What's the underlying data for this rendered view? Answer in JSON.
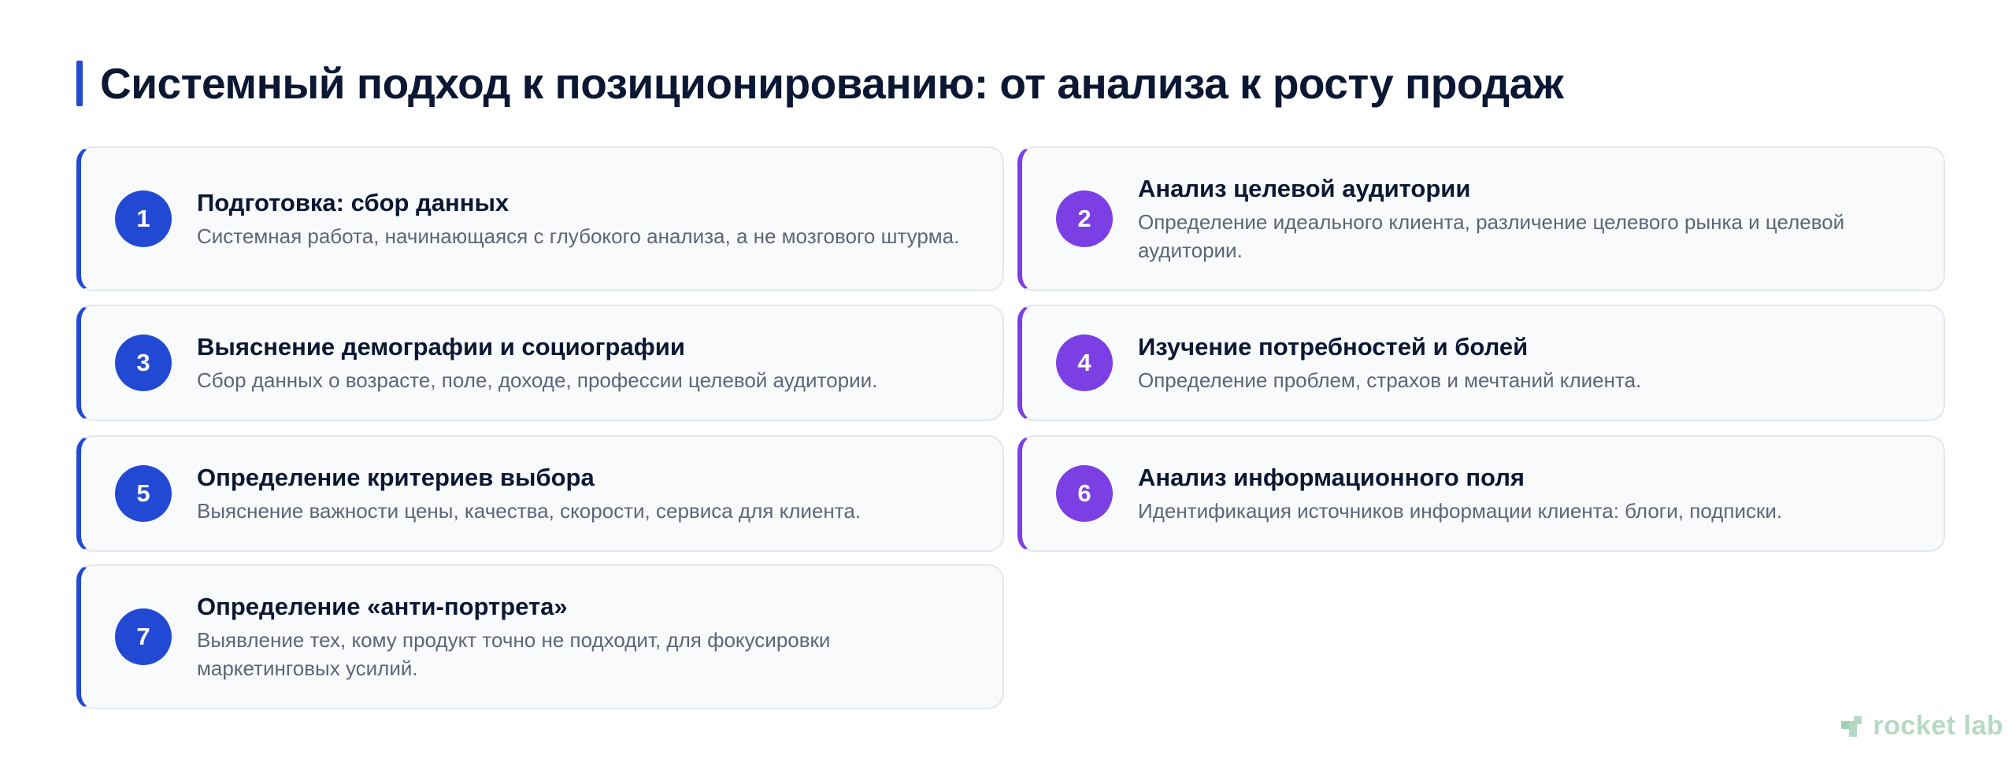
{
  "title": "Системный подход к позиционированию: от анализа к росту продаж",
  "steps": [
    {
      "number": "1",
      "title": "Подготовка: сбор данных",
      "description": "Системная работа, начинающаяся с глубокого анализа, а не мозгового штурма."
    },
    {
      "number": "2",
      "title": "Анализ целевой аудитории",
      "description": "Определение идеального клиента, различение целевого рынка и целевой аудитории."
    },
    {
      "number": "3",
      "title": "Выяснение демографии и социографии",
      "description": "Сбор данных о возрасте, поле, доходе, профессии целевой аудитории."
    },
    {
      "number": "4",
      "title": "Изучение потребностей и болей",
      "description": "Определение проблем, страхов и мечтаний клиента."
    },
    {
      "number": "5",
      "title": "Определение критериев выбора",
      "description": "Выяснение важности цены, качества, скорости, сервиса для клиента."
    },
    {
      "number": "6",
      "title": "Анализ информационного поля",
      "description": "Идентификация источников информации клиента: блоги, подписки."
    },
    {
      "number": "7",
      "title": "Определение «анти-портрета»",
      "description": "Выявление тех, кому продукт точно не подходит, для фокусировки маркетинговых усилий."
    }
  ],
  "colors": {
    "blue": "#2249d4",
    "purple": "#7b3fe4"
  },
  "brand": {
    "name": "rocket lab",
    "icon": "rocket-lab-logo-icon"
  }
}
